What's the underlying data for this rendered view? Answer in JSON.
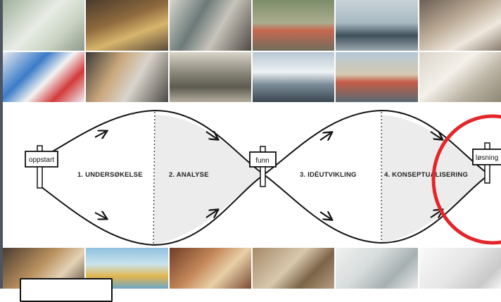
{
  "diagram": {
    "signs": [
      {
        "label": "oppstart"
      },
      {
        "label": "funn"
      },
      {
        "label": "løsning"
      }
    ],
    "phases": [
      {
        "label": "1. UNDERSØKELSE"
      },
      {
        "label": "2. ANALYSE"
      },
      {
        "label": "3. IDÉUTVIKLING"
      },
      {
        "label": "4. KONSEPTUALISERING"
      }
    ],
    "highlight_color": "#e3262a",
    "shaded_fill": "#ececec"
  },
  "photos": {
    "top_strip": [
      {
        "icon": "brochures-photo"
      },
      {
        "icon": "meeting-photo"
      },
      {
        "icon": "newspaper-photo"
      },
      {
        "icon": "kids-photo"
      },
      {
        "icon": "ferry-photo"
      },
      {
        "icon": "workshop-photo"
      },
      {
        "icon": "cards-photo"
      },
      {
        "icon": "interview-photo"
      },
      {
        "icon": "classroom-photo"
      },
      {
        "icon": "bus-photo"
      },
      {
        "icon": "harbor-photo"
      },
      {
        "icon": "sketch-photo"
      }
    ],
    "bottom_strip": [
      {
        "icon": "group-photo"
      },
      {
        "icon": "poster-photo"
      },
      {
        "icon": "table-photo"
      },
      {
        "icon": "drawing-photo"
      },
      {
        "icon": "map-photo"
      },
      {
        "icon": "storyboard-photo"
      }
    ]
  }
}
